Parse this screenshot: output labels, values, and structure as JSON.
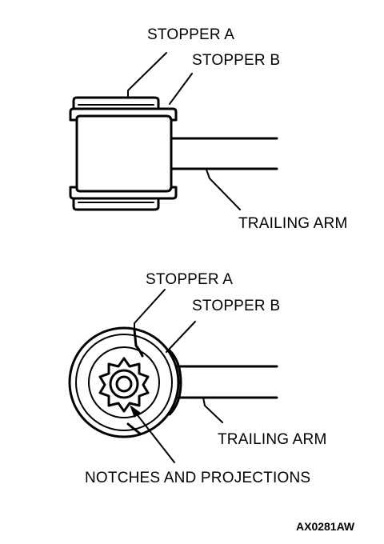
{
  "top_view": {
    "stopper_a": "STOPPER A",
    "stopper_b": "STOPPER B",
    "trailing_arm": "TRAILING  ARM"
  },
  "bottom_view": {
    "stopper_a": "STOPPER A",
    "stopper_b": "STOPPER B",
    "trailing_arm": "TRAILING  ARM",
    "notches": "NOTCHES AND PROJECTIONS"
  },
  "figure_code": "AX0281AW"
}
